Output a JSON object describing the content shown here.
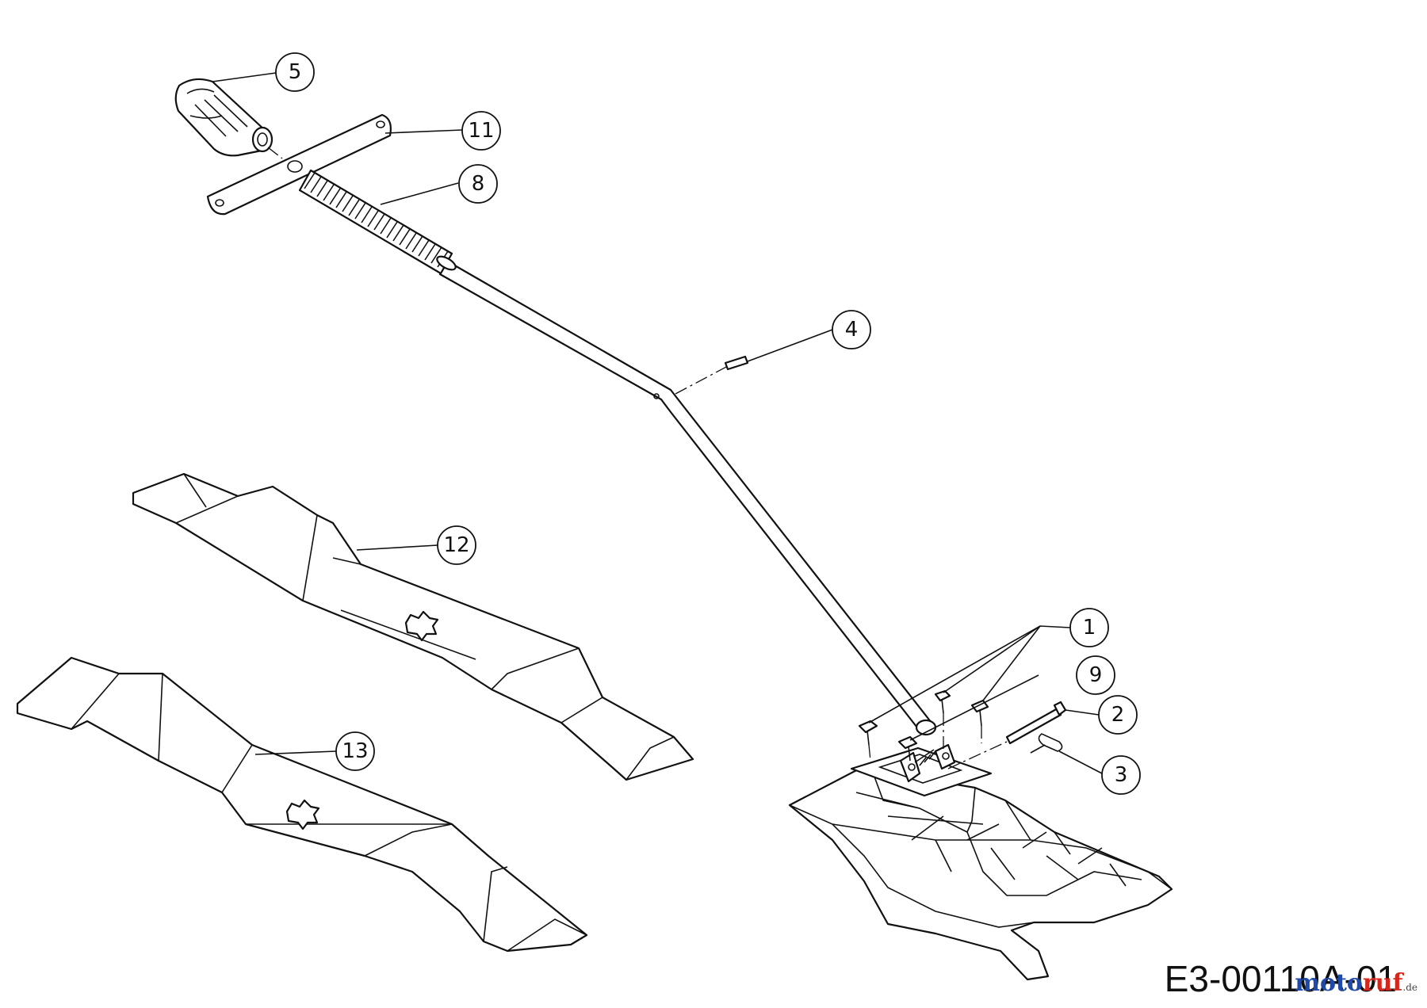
{
  "callouts": [
    {
      "id": "1",
      "label": "1"
    },
    {
      "id": "2",
      "label": "2"
    },
    {
      "id": "3",
      "label": "3"
    },
    {
      "id": "4",
      "label": "4"
    },
    {
      "id": "5",
      "label": "5"
    },
    {
      "id": "8",
      "label": "8"
    },
    {
      "id": "9",
      "label": "9"
    },
    {
      "id": "11",
      "label": "11"
    },
    {
      "id": "12",
      "label": "12"
    },
    {
      "id": "13",
      "label": "13"
    }
  ],
  "drawing_code": "E3-00110A-01",
  "watermark": {
    "part1": "moto",
    "part2": "ruf",
    "tld": ".de"
  }
}
